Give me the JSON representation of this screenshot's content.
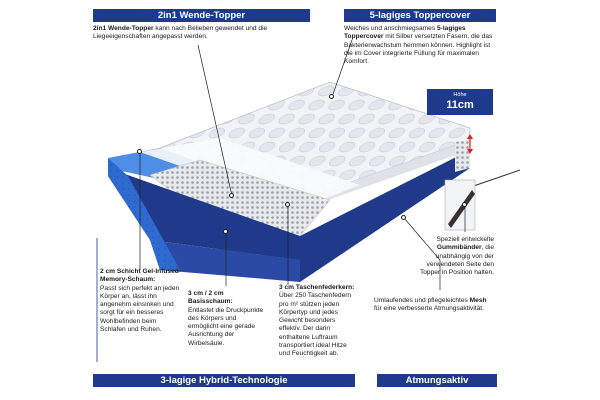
{
  "sections": {
    "topper": {
      "title": "2in1 Wende-Topper",
      "lead": "2in1 Wende-Topper",
      "body": " kann nach Belieben gewendet und die Liegeeigenschaften angepasst werden."
    },
    "cover": {
      "title": "5-lagiges Toppercover",
      "pre": "Weiches und anschmiegsames ",
      "bold": "5-lagiges Toppercover",
      "post": " mit Silber versetzten Fasern, die das Bakterienwachstum hemmen können. Highlight ist die im Cover integrierte Füllung für maximalen Komfort."
    },
    "height": {
      "label": "Höhe",
      "value": "11cm"
    },
    "gel": {
      "bold": "2 cm Schicht Gel-Infused-Memory-Schaum:",
      "body": "Passt sich perfekt an jeden Körper an, lässt ihn angenehm einsinken und sorgt für ein besseres Wohlbefinden beim Schlafen und Ruhen."
    },
    "base": {
      "bold": "3 cm / 2 cm Basisschaum:",
      "body": "Entlastet die Druckpunkte des Körpers und ermöglicht eine gerade Ausrichtung der Wirbelsäule."
    },
    "springs": {
      "bold": "3 cm Taschenfederkern:",
      "body": "Über 250 Taschenfedern pro m² stützen jeden Körpertyp und jedes Gewicht besonders effektiv. Der darin enthaltene Luftraum transportiert ideal Hitze und Feuchtigkeit ab."
    },
    "straps": {
      "pre": "Speziell entwickelte ",
      "bold": "Gummibänder",
      "post": ", die unabhängig von der verwendeten Seite den Topper in Position halten."
    },
    "mesh": {
      "pre": "Umlaufendes und pflegeleichtes ",
      "bold": "Mesh",
      "post": " für eine verbesserte Atmungsaktivität."
    },
    "footer_left": "3-lagige Hybrid-Technologie",
    "footer_right": "Atmungsaktiv"
  },
  "colors": {
    "navy": "#1f3a8a",
    "blue": "#2f6ad0",
    "light_blue": "#4f8ee6",
    "white": "#ffffff"
  }
}
